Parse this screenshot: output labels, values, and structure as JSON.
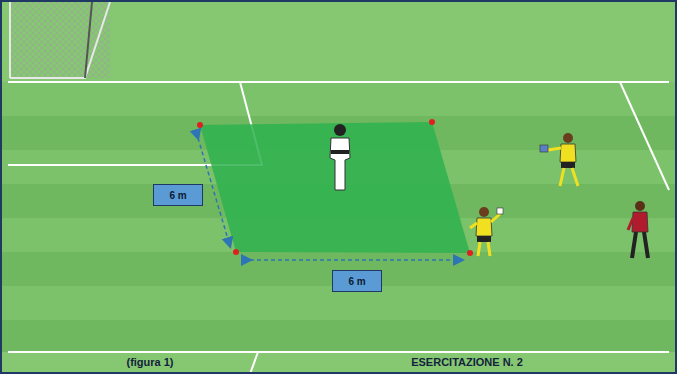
{
  "diagram": {
    "nodes": [
      {
        "text": [
          "6 m"
        ]
      },
      {
        "text": [
          "6 m"
        ]
      }
    ],
    "labels": [
      "(figura 1)",
      "ESERCITAZIONE N. 2"
    ]
  }
}
